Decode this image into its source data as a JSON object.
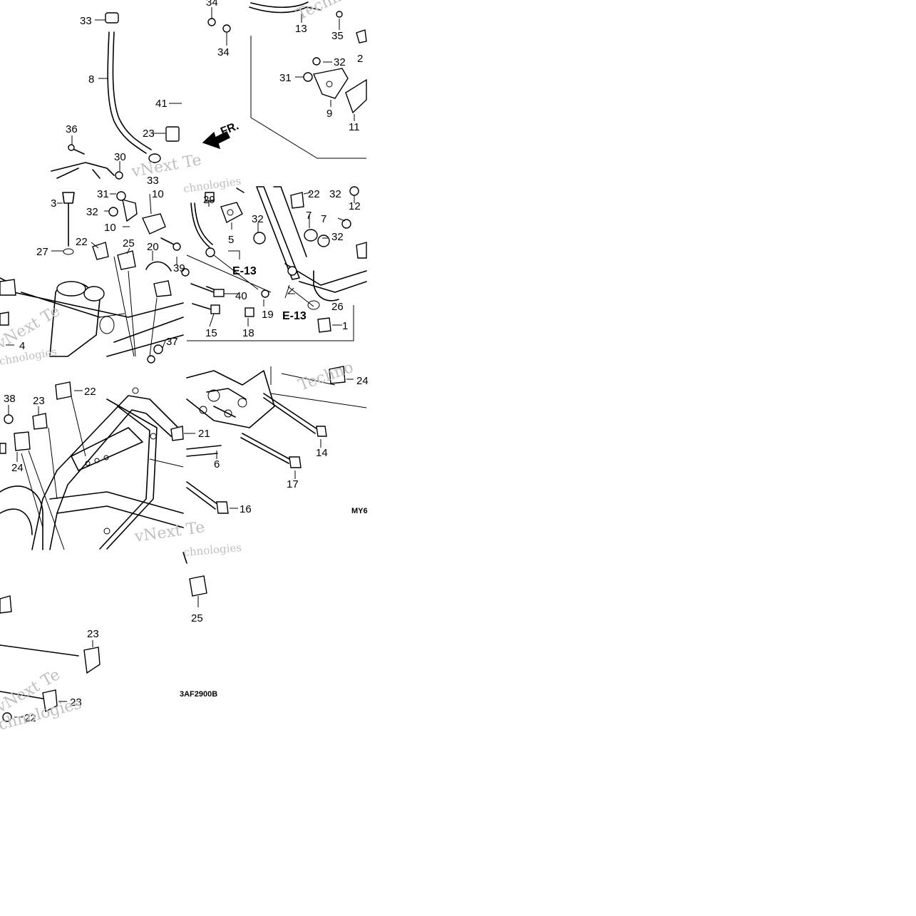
{
  "callouts": [
    {
      "label": "34"
    },
    {
      "label": "13"
    },
    {
      "label": "35"
    },
    {
      "label": "34"
    },
    {
      "label": "2"
    },
    {
      "label": "32"
    },
    {
      "label": "31"
    },
    {
      "label": "9"
    },
    {
      "label": "11"
    },
    {
      "label": "33"
    },
    {
      "label": "8"
    },
    {
      "label": "41"
    },
    {
      "label": "23"
    },
    {
      "label": "36"
    },
    {
      "label": "30"
    },
    {
      "label": "33"
    },
    {
      "label": "31"
    },
    {
      "label": "10"
    },
    {
      "label": "3"
    },
    {
      "label": "32"
    },
    {
      "label": "10"
    },
    {
      "label": "22"
    },
    {
      "label": "25"
    },
    {
      "label": "27"
    },
    {
      "label": "20"
    },
    {
      "label": "39"
    },
    {
      "label": "4"
    },
    {
      "label": "37"
    },
    {
      "label": "29"
    },
    {
      "label": "5"
    },
    {
      "label": "22"
    },
    {
      "label": "32"
    },
    {
      "label": "12"
    },
    {
      "label": "7"
    },
    {
      "label": "32"
    },
    {
      "label": "7"
    },
    {
      "label": "32"
    },
    {
      "label": "40"
    },
    {
      "label": "19"
    },
    {
      "label": "26"
    },
    {
      "label": "1"
    },
    {
      "label": "15"
    },
    {
      "label": "18"
    },
    {
      "label": "38"
    },
    {
      "label": "23"
    },
    {
      "label": "22"
    },
    {
      "label": "24"
    },
    {
      "label": "21"
    },
    {
      "label": "24"
    },
    {
      "label": "14"
    },
    {
      "label": "6"
    },
    {
      "label": "17"
    },
    {
      "label": "16"
    },
    {
      "label": "25"
    },
    {
      "label": "23"
    },
    {
      "label": "23"
    },
    {
      "label": "22"
    }
  ],
  "references": [
    {
      "label": "E-13"
    },
    {
      "label": "E-13"
    }
  ],
  "direction": {
    "label": "FR."
  },
  "codes": {
    "left": "MY6",
    "right": "3AF2900B"
  },
  "watermark": {
    "line1": "vNext Te",
    "line2": "chnologies",
    "word": "Techno"
  }
}
